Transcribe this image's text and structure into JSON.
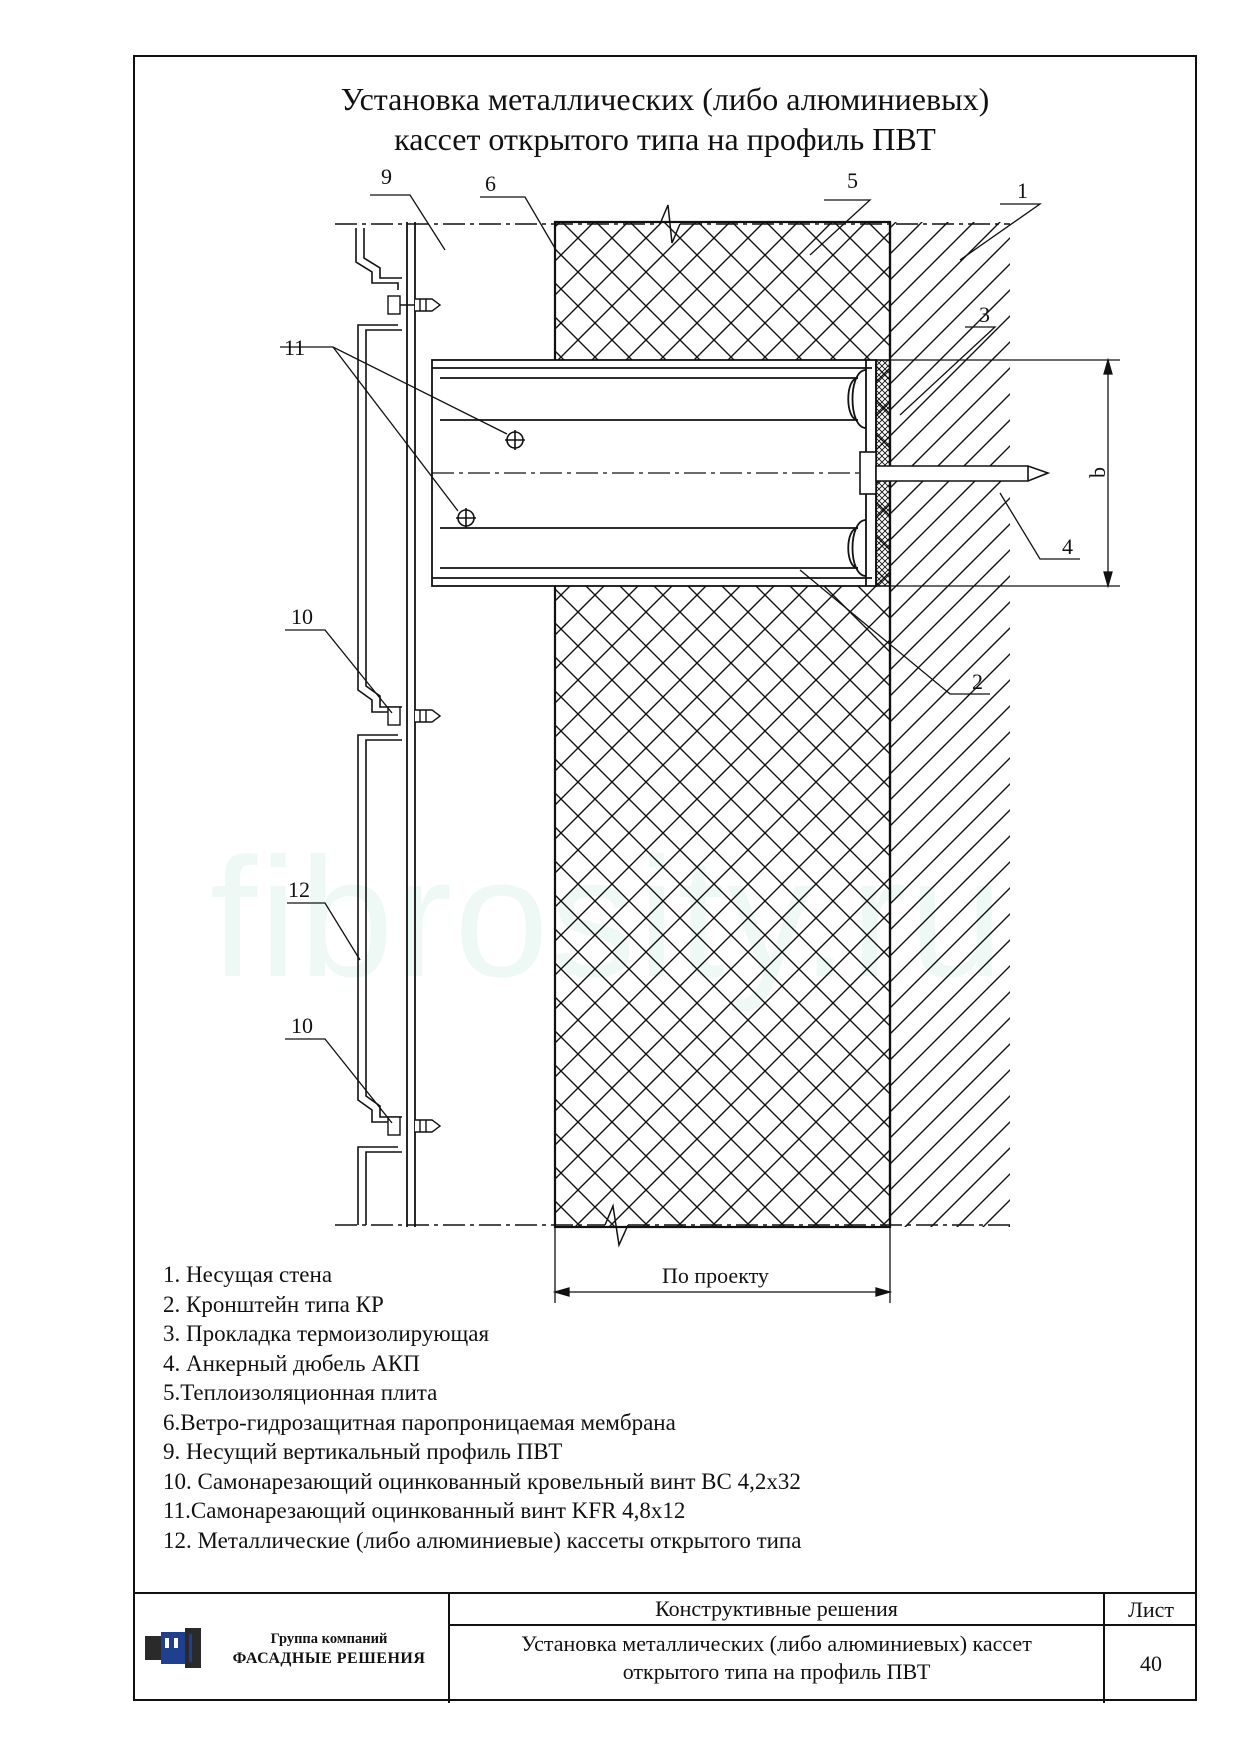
{
  "title": {
    "line1": "Установка металлических (либо алюминиевых)",
    "line2": "кассет открытого типа на профиль ПВТ"
  },
  "watermark": "fibrosity.ru",
  "callouts": {
    "c1": "1",
    "c2": "2",
    "c3": "3",
    "c4": "4",
    "c5": "5",
    "c6": "6",
    "c9": "9",
    "c10a": "10",
    "c10b": "10",
    "c11": "11",
    "c12": "12"
  },
  "dimensions": {
    "b": "b",
    "width": "По проекту"
  },
  "legend": [
    "1. Несущая стена",
    "2. Кронштейн типа КР",
    "3. Прокладка термоизолирующая",
    "4. Анкерный дюбель АКП",
    "5.Теплоизоляционная плита",
    "6.Ветро-гидрозащитная паропроницаемая мембрана",
    "9. Несущий вертикальный профиль ПВТ",
    "10. Самонарезающий оцинкованный кровельный винт ВС 4,2х32",
    "11.Самонарезающий оцинкованный винт KFR 4,8х12",
    "12. Металлические (либо алюминиевые) кассеты открытого типа"
  ],
  "stamp": {
    "company_line1": "Группа компаний",
    "company_line2": "ФАСАДНЫЕ РЕШЕНИЯ",
    "section": "Конструктивные решения",
    "doc_title_line1": "Установка металлических (либо алюминиевых) кассет",
    "doc_title_line2": "открытого типа на профиль ПВТ",
    "sheet_label": "Лист",
    "sheet_number": "40"
  },
  "colors": {
    "ink": "#111111",
    "logo_blue": "#1f3f8f",
    "logo_dark": "#2a2a2a"
  }
}
